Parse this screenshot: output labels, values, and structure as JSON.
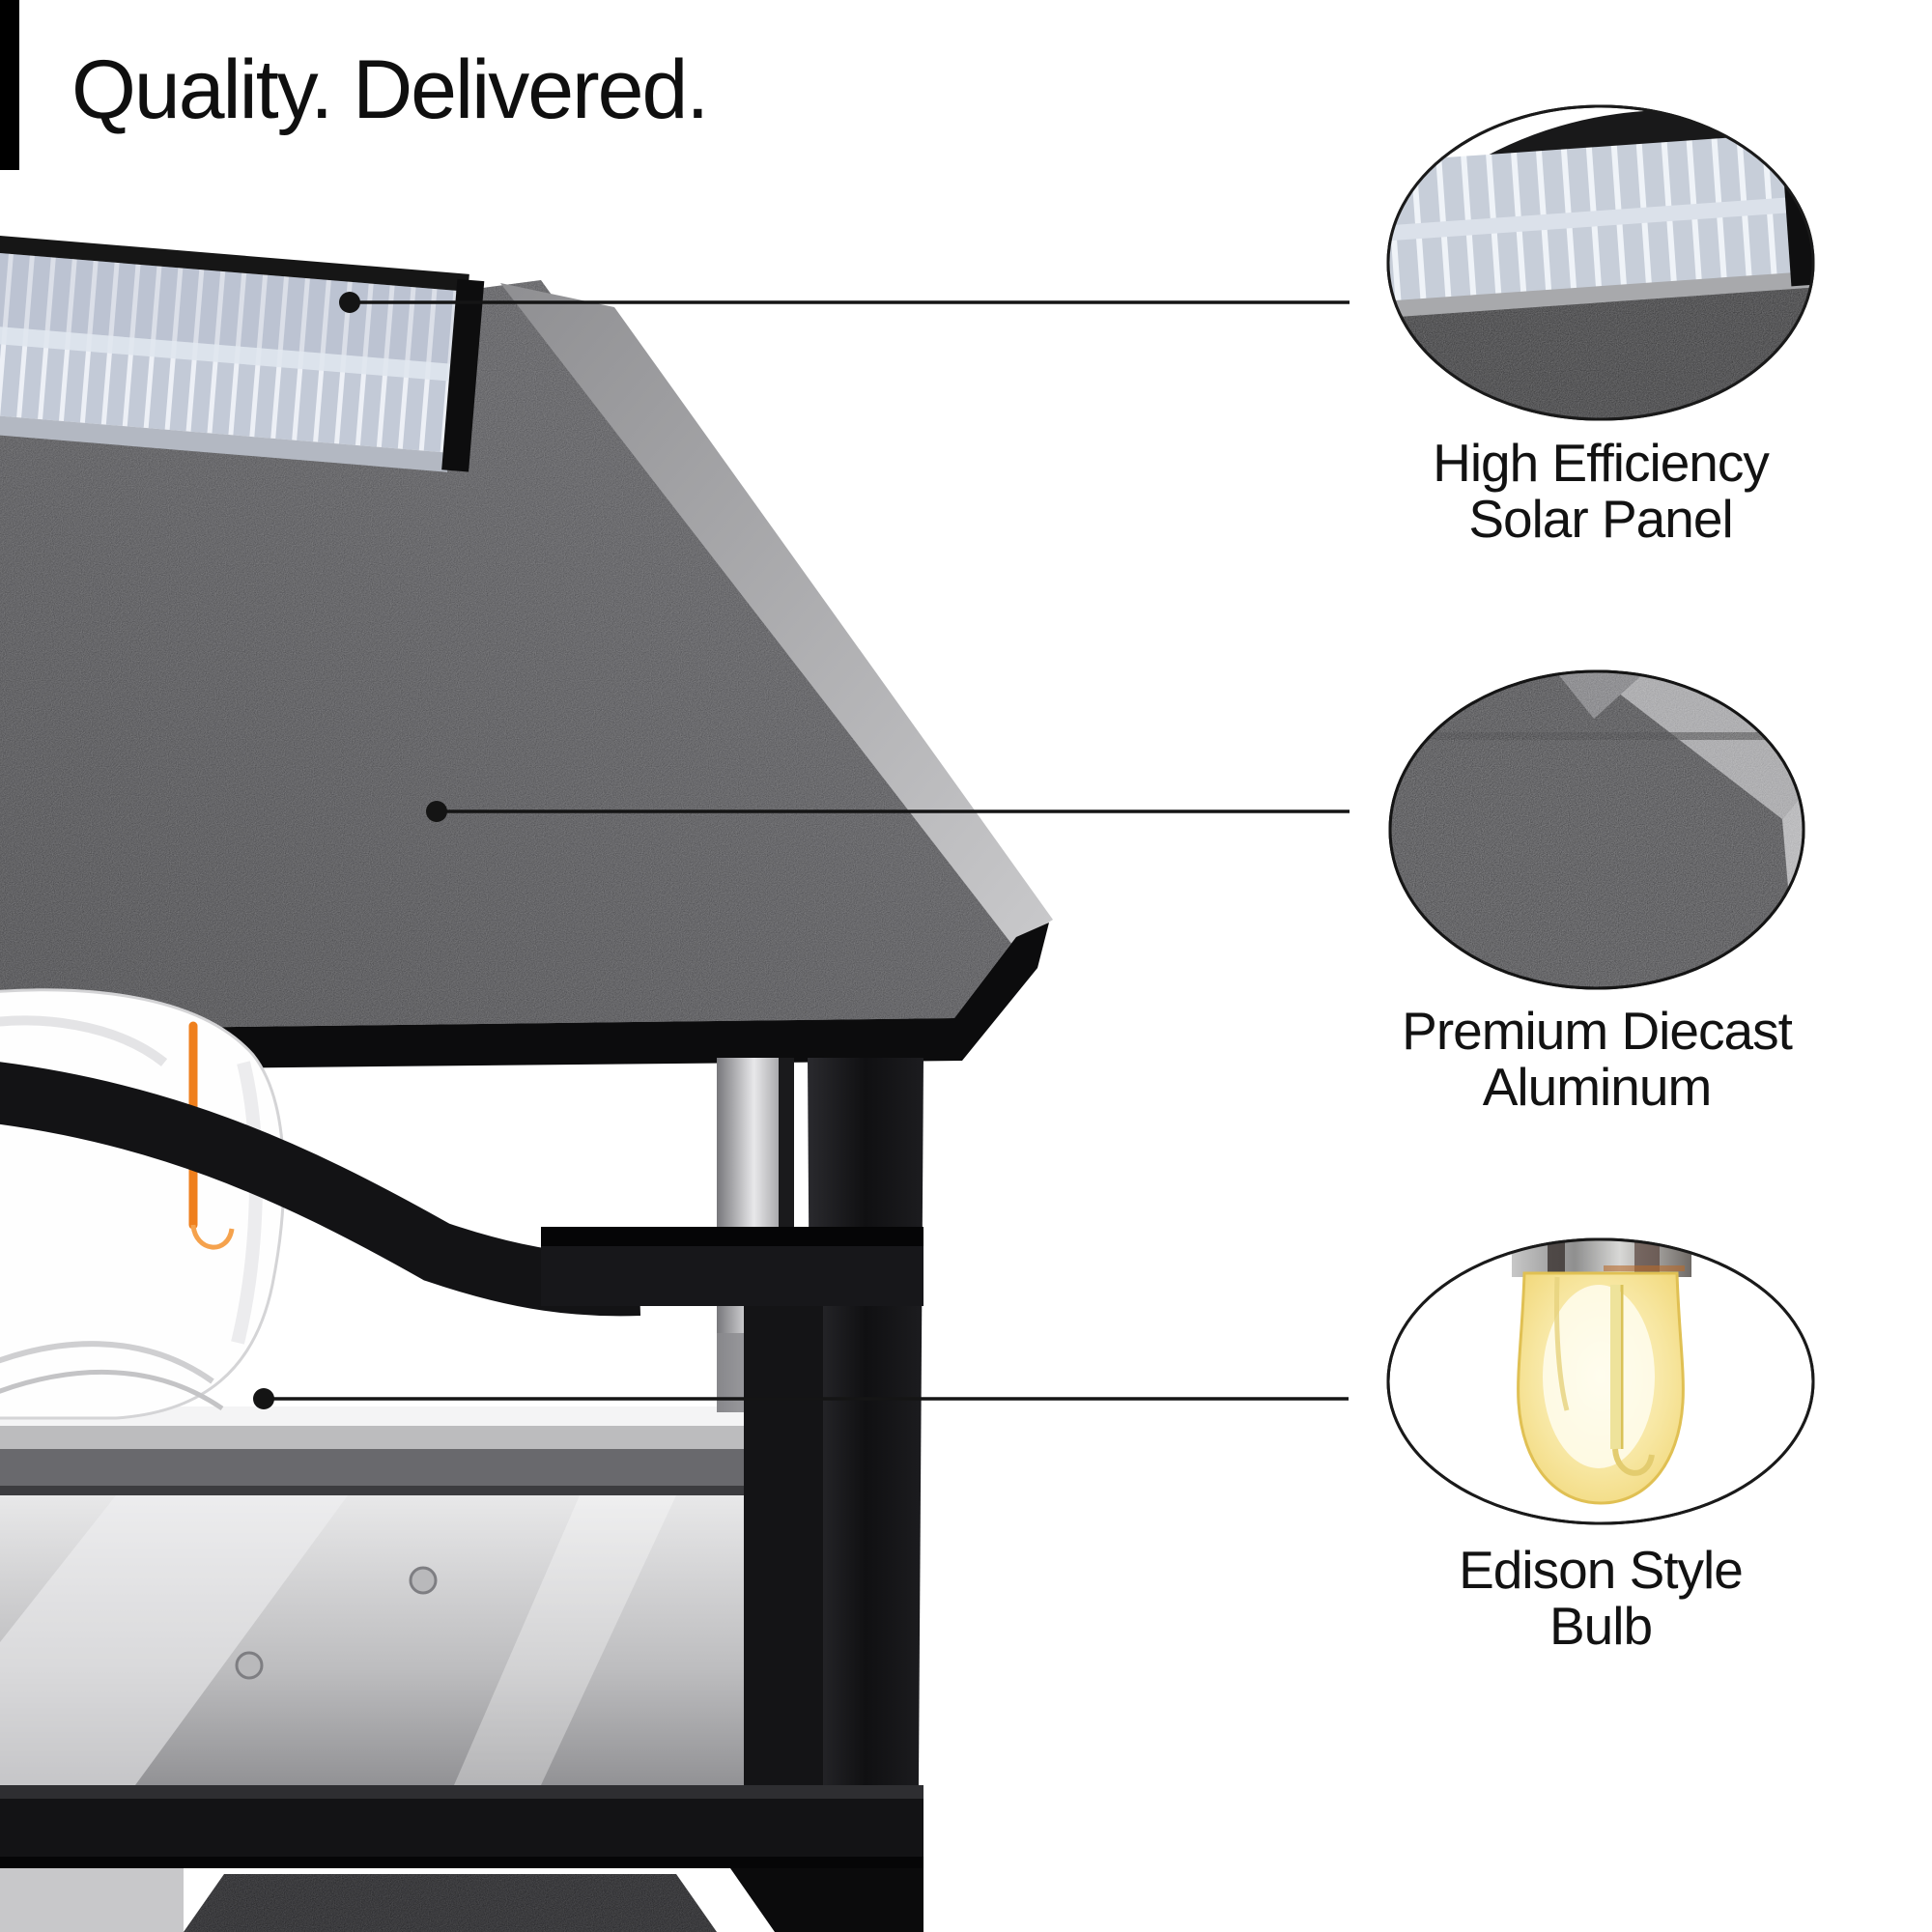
{
  "header": {
    "title": "Quality. Delivered.",
    "accent_bar_color": "#000000"
  },
  "callouts": [
    {
      "id": "solar-panel",
      "label_line1": "High Efficiency",
      "label_line2": "Solar Panel"
    },
    {
      "id": "diecast-aluminum",
      "label_line1": "Premium Diecast",
      "label_line2": "Aluminum"
    },
    {
      "id": "edison-bulb",
      "label_line1": "Edison Style",
      "label_line2": "Bulb"
    }
  ],
  "colors": {
    "background": "#ffffff",
    "text": "#121212",
    "leader_line": "#151515",
    "roof_charcoal": "#454548",
    "panel_blue": "#c3cad7",
    "filament_orange": "#ef7f1c",
    "bulb_amber": "#f0d368"
  }
}
